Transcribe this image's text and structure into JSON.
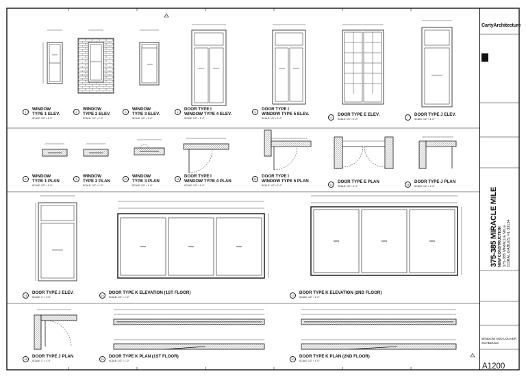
{
  "title_block": {
    "firm_name": "CartyArchitecture",
    "project_name": "375-385 MIRACLE MILE",
    "project_subtitle": "NEW CONSTRUCTION",
    "project_address_lines": [
      "375-385 MIRACLE MILE",
      "CORAL GABLES, FL 33134"
    ],
    "sheet_title_lines": [
      "WINDOW AND LOUVER",
      "SCHEDULE"
    ],
    "sheet_number": "A1200"
  },
  "details": [
    {
      "num": "1",
      "lines": [
        "WINDOW",
        "TYPE 1 ELEV."
      ],
      "scale": "SCALE: 1/2\" = 1'-0\""
    },
    {
      "num": "2",
      "lines": [
        "WINDOW",
        "TYPE 2 ELEV."
      ],
      "scale": "SCALE: 1/2\" = 1'-0\""
    },
    {
      "num": "3",
      "lines": [
        "WINDOW",
        "TYPE 3 ELEV."
      ],
      "scale": "SCALE: 1/2\" = 1'-0\""
    },
    {
      "num": "4",
      "lines": [
        "DOOR TYPE I",
        "WINDOW TYPE 4 ELEV."
      ],
      "scale": "SCALE: 1/2\" = 1'-0\""
    },
    {
      "num": "5",
      "lines": [
        "DOOR TYPE I",
        "WINDOW TYPE 5 ELEV."
      ],
      "scale": "SCALE: 1/2\" = 1'-0\""
    },
    {
      "num": "6",
      "lines": [
        "DOOR TYPE E ELEV."
      ],
      "scale": "SCALE: 1/2\" = 1'-0\""
    },
    {
      "num": "7",
      "lines": [
        "DOOR TYPE J ELEV."
      ],
      "scale": "SCALE: 1/2\" = 1'-0\""
    },
    {
      "num": "8",
      "lines": [
        "WINDOW",
        "TYPE 1 PLAN"
      ],
      "scale": "SCALE: 1/2\" = 1'-0\""
    },
    {
      "num": "9",
      "lines": [
        "WINDOW",
        "TYPE 2 PLAN"
      ],
      "scale": "SCALE: 1/2\" = 1'-0\""
    },
    {
      "num": "10",
      "lines": [
        "WINDOW",
        "TYPE 3 PLAN"
      ],
      "scale": "SCALE: 1/2\" = 1'-0\""
    },
    {
      "num": "11",
      "lines": [
        "DOOR TYPE I",
        "WINDOW TYPE 4 PLAN"
      ],
      "scale": "SCALE: 1/2\" = 1'-0\""
    },
    {
      "num": "12",
      "lines": [
        "DOOR TYPE I",
        "WINDOW TYPE 5 PLAN"
      ],
      "scale": "SCALE: 1/2\" = 1'-0\""
    },
    {
      "num": "13",
      "lines": [
        "DOOR TYPE E PLAN"
      ],
      "scale": "SCALE: 1/2\" = 1'-0\""
    },
    {
      "num": "14",
      "lines": [
        "DOOR TYPE J PLAN"
      ],
      "scale": "SCALE: 1/2\" = 1'-0\""
    },
    {
      "num": "15",
      "lines": [
        "DOOR TYPE J ELEV."
      ],
      "scale": "SCALE: 1\" = 1'-0\""
    },
    {
      "num": "16",
      "lines": [
        "DOOR TYPE K ELEVATION (1ST FLOOR)"
      ],
      "scale": "SCALE: 1/2\" = 1'-0\""
    },
    {
      "num": "17",
      "lines": [
        "DOOR TYPE K ELEVATION (2ND FLOOR)"
      ],
      "scale": "SCALE: 1/2\" = 1'-0\""
    },
    {
      "num": "18",
      "lines": [
        "DOOR TYPE J PLAN"
      ],
      "scale": "SCALE: 1\" = 1'-0\""
    },
    {
      "num": "19",
      "lines": [
        "DOOR TYPE K PLAN (1ST FLOOR)"
      ],
      "scale": "SCALE: 1/2\" = 1'-0\""
    },
    {
      "num": "20",
      "lines": [
        "DOOR TYPE K PLAN (2ND FLOOR)"
      ],
      "scale": "SCALE: 1/2\" = 1'-0\""
    }
  ]
}
